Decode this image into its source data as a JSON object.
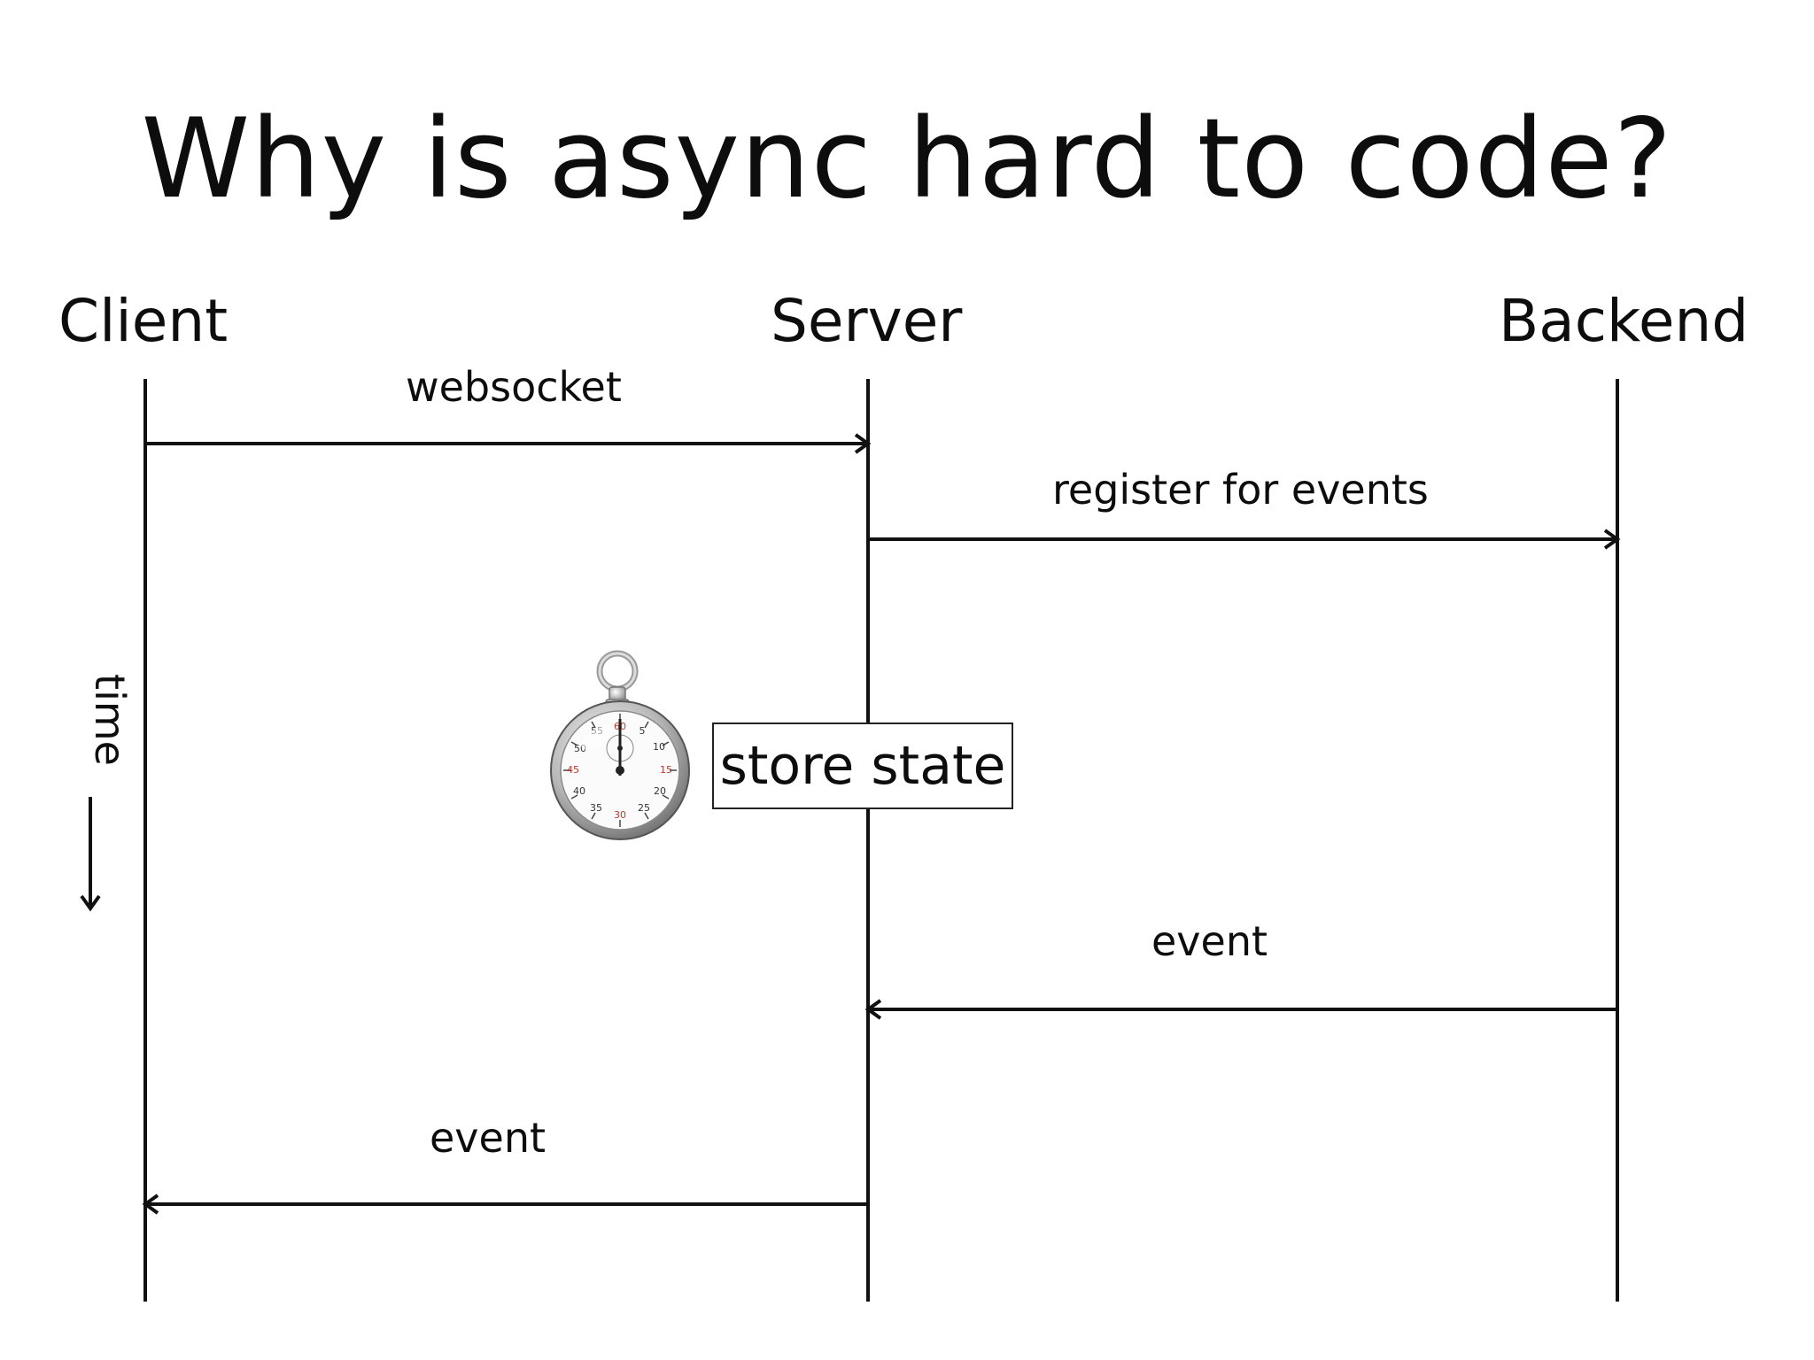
{
  "title": "Why is async hard to code?",
  "actors": {
    "client": "Client",
    "server": "Server",
    "backend": "Backend"
  },
  "messages": [
    {
      "from": "Client",
      "to": "Server",
      "label": "websocket"
    },
    {
      "from": "Server",
      "to": "Backend",
      "label": "register for events"
    },
    {
      "from": "Backend",
      "to": "Server",
      "label": "event"
    },
    {
      "from": "Server",
      "to": "Client",
      "label": "event"
    }
  ],
  "note": "store state",
  "time_axis_label": "time",
  "icons": {
    "timer": "stopwatch-icon",
    "time_direction": "arrow-down-icon"
  },
  "colors": {
    "line": "#111111",
    "stopwatch_accent": "#c0392b"
  }
}
